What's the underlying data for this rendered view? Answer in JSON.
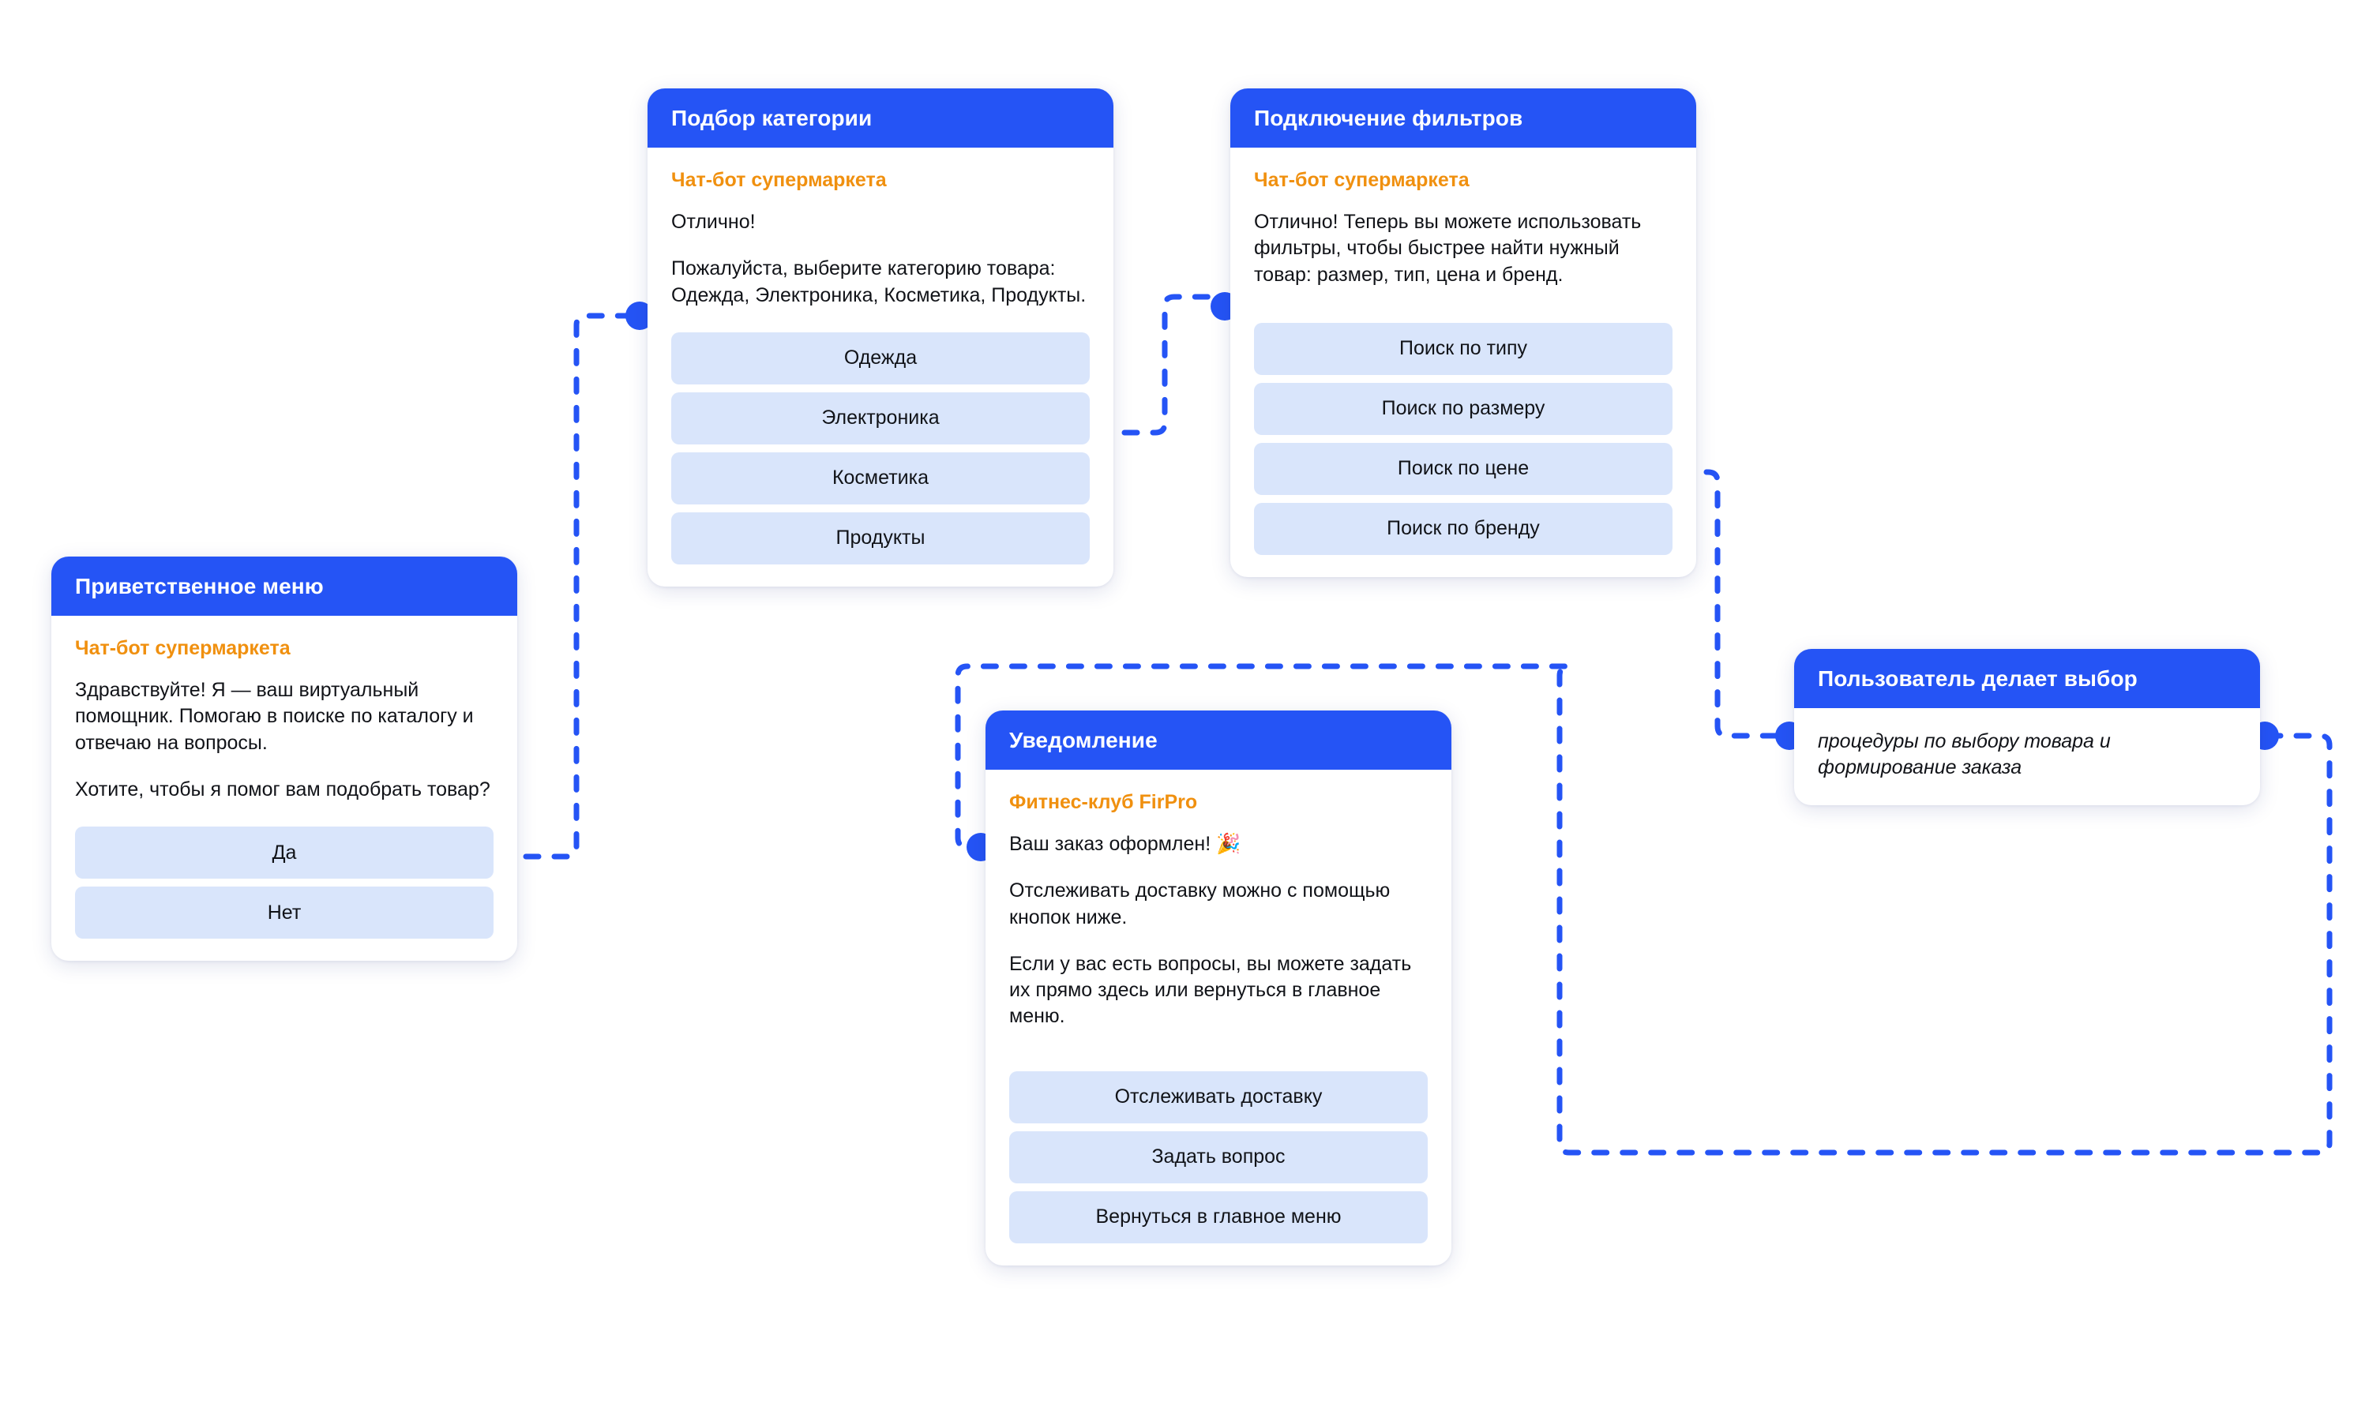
{
  "theme": {
    "header_blue": "#2554F5",
    "button_blue": "#D9E5FB",
    "brand_orange": "#F0900F",
    "connector_blue": "#2554F5",
    "page_background": "#FFFFFF",
    "text_color": "#111318"
  },
  "cards": {
    "welcome": {
      "title": "Приветственное меню",
      "brand": "Чат-бот супермаркета",
      "paragraphs": [
        "Здравствуйте! Я — ваш виртуальный помощник. Помогаю в поиске по каталогу и отвечаю на вопросы.",
        "Хотите, чтобы я помог вам подобрать товар?"
      ],
      "buttons": [
        "Да",
        "Нет"
      ]
    },
    "category": {
      "title": "Подбор категории",
      "brand": "Чат-бот супермаркета",
      "paragraphs": [
        "Отлично!",
        "Пожалуйста, выберите категорию товара: Одежда, Электроника, Косметика, Продукты."
      ],
      "buttons": [
        "Одежда",
        "Электроника",
        "Косметика",
        "Продукты"
      ]
    },
    "filters": {
      "title": "Подключение фильтров",
      "brand": "Чат-бот супермаркета",
      "paragraphs": [
        "Отлично! Теперь вы можете использовать фильтры, чтобы быстрее найти нужный товар: размер, тип, цена и бренд."
      ],
      "buttons": [
        "Поиск по типу",
        "Поиск по размеру",
        "Поиск по цене",
        "Поиск по бренду"
      ]
    },
    "notice": {
      "title": "Уведомление",
      "brand": "Фитнес-клуб FirPro",
      "paragraphs": [
        "Ваш заказ оформлен! 🎉",
        "Отслеживать доставку можно с помощью кнопок ниже.",
        "Если у вас есть вопросы, вы можете задать их прямо здесь или вернуться в главное меню."
      ],
      "buttons": [
        "Отслеживать доставку",
        "Задать вопрос",
        "Вернуться в главное меню"
      ]
    },
    "choice": {
      "title": "Пользователь делает выбор",
      "note": "процедуры по выбору товара и формирование заказа"
    }
  },
  "connectors": [
    {
      "name": "welcome-yes-to-category",
      "from": "Да",
      "to": "Подбор категории"
    },
    {
      "name": "category-electronics-to-filters",
      "from": "Электроника",
      "to": "Подключение фильтров"
    },
    {
      "name": "filters-price-to-choice",
      "from": "Поиск по цене",
      "to": "Пользователь делает выбор"
    },
    {
      "name": "choice-to-notice",
      "from": "Пользователь делает выбор",
      "to": "Уведомление"
    }
  ]
}
